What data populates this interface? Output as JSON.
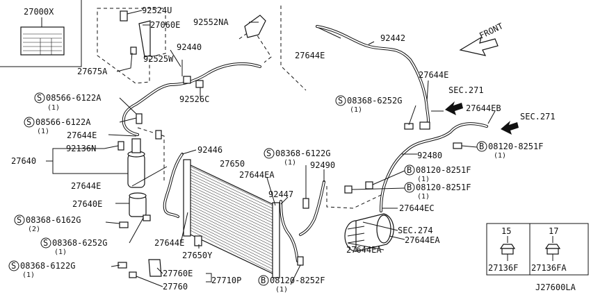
{
  "parts": {
    "p27000X": "27000X",
    "p92524U": "92524U",
    "p27060E": "27060E",
    "p92552NA": "92552NA",
    "p27644E_top": "27644E",
    "p92442": "92442",
    "p92440": "92440",
    "p92525W": "92525W",
    "p27675A": "27675A",
    "p92526C": "92526C",
    "p08566a": "08566-6122A",
    "p08566a_qty": "(1)",
    "p08566b": "08566-6122A",
    "p08566b_qty": "(1)",
    "p27644E_l": "27644E",
    "p92136N": "92136N",
    "p27640": "27640",
    "p27644E_l2": "27644E",
    "p92446": "92446",
    "p27650": "27650",
    "p27644EA_a": "27644EA",
    "p08368_6122G_a": "08368-6122G",
    "p08368_6122G_a_qty": "(1)",
    "p92490": "92490",
    "p27640E": "27640E",
    "p08368_6162G": "08368-6162G",
    "p08368_6162G_qty": "(2)",
    "p08368_6252G_l": "08368-6252G",
    "p08368_6252G_l_qty": "(1)",
    "p27644E_b": "27644E",
    "p27650Y": "27650Y",
    "p92447": "92447",
    "p08368_6122G_b": "08368-6122G",
    "p08368_6122G_b_qty": "(1)",
    "p27760E": "27760E",
    "p27760": "27760",
    "p27710P": "27710P",
    "p08120_8252F": "08120-8252F",
    "p08120_8252F_qty": "(1)",
    "p27644E_r": "27644E",
    "sec271_a": "SEC.271",
    "p08368_6252G_r": "08368-6252G",
    "p08368_6252G_r_qty": "(1)",
    "p27644EB": "27644EB",
    "sec271_b": "SEC.271",
    "p08120_8251F_a": "08120-8251F",
    "p08120_8251F_a_qty": "(1)",
    "p92480": "92480",
    "p08120_8251F_b": "08120-8251F",
    "p08120_8251F_b_qty": "(1)",
    "p08120_8251F_c": "08120-8251F",
    "p08120_8251F_c_qty": "(1)",
    "p27644EC": "27644EC",
    "sec274": "SEC.274",
    "p27644EA_b": "27644EA",
    "p27644EA_c": "27644EA"
  },
  "markers": {
    "s": "S",
    "b": "B"
  },
  "front_label": "FRONT",
  "inset": {
    "col1_num": "15",
    "col2_num": "17",
    "col1_part": "27136F",
    "col2_part": "27136FA"
  },
  "diagram_id": "J27600LA"
}
